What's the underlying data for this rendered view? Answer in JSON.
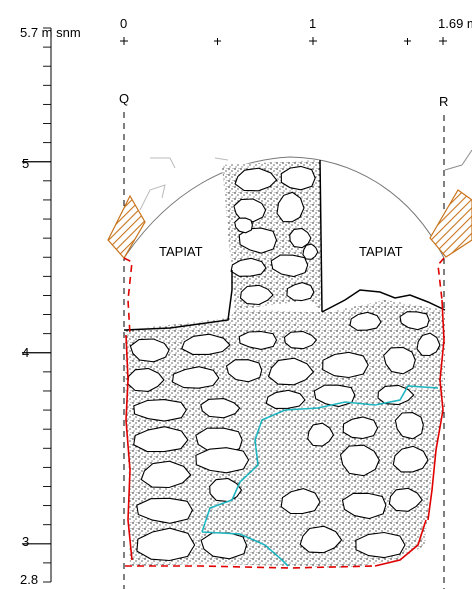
{
  "figure": {
    "elevation_top_label": "5.7 m snm",
    "elevation_labels": [
      "5",
      "4",
      "3",
      "2.8"
    ],
    "grid_labels": [
      "0",
      "1",
      "1.69 m"
    ],
    "section_labels": [
      "Q",
      "R"
    ],
    "room_labels": [
      "TAPIAT",
      "TAPIAT"
    ]
  },
  "scale": {
    "elevation_min": 2.8,
    "elevation_max": 5.7,
    "major_ticks": [
      3,
      4,
      5
    ],
    "horizontal_min": 0,
    "horizontal_max": 1.69
  },
  "colors": {
    "boundary_red": "#e00000",
    "boundary_cyan": "#1fb5c0",
    "hatch_orange": "#c8731a",
    "mortar_dots": "#000000"
  }
}
